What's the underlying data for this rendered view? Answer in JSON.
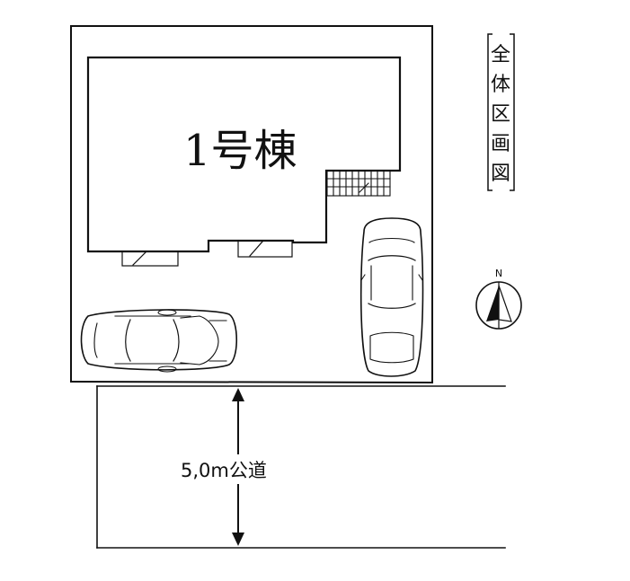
{
  "building": {
    "label": "1号棟"
  },
  "legend": {
    "title_lines": [
      "全",
      "体",
      "区",
      "画",
      "図"
    ]
  },
  "road": {
    "label": "5,0m公道"
  },
  "compass": {
    "icon": "north-arrow-icon",
    "north_label": "N"
  },
  "colors": {
    "ink": "#111111",
    "background": "#ffffff"
  }
}
